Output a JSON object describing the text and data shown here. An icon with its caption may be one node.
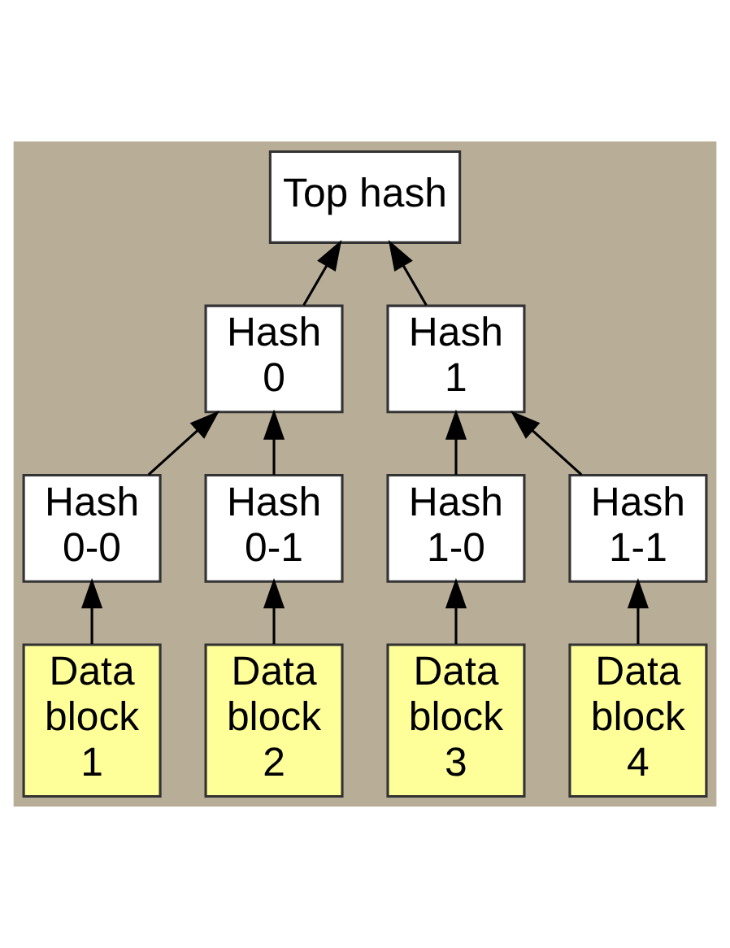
{
  "diagram": {
    "nodes": [
      {
        "text": [
          "Top hash"
        ]
      },
      {
        "text": [
          "Hash 0"
        ]
      },
      {
        "text": [
          "Hash 1"
        ]
      },
      {
        "text": [
          "Hash 0-0"
        ]
      },
      {
        "text": [
          "Hash 0-1"
        ]
      },
      {
        "text": [
          "Hash 1-0"
        ]
      },
      {
        "text": [
          "Hash 1-1"
        ]
      },
      {
        "text": [
          "Data block 1"
        ]
      },
      {
        "text": [
          "Data block 2"
        ]
      },
      {
        "text": [
          "Data block 3"
        ]
      },
      {
        "text": [
          "Data block 4"
        ]
      }
    ],
    "edges": [
      {
        "from": 1,
        "to": 0,
        "arrow": "to"
      },
      {
        "from": 2,
        "to": 0,
        "arrow": "to"
      },
      {
        "from": 3,
        "to": 1,
        "arrow": "to"
      },
      {
        "from": 4,
        "to": 1,
        "arrow": "to"
      },
      {
        "from": 5,
        "to": 2,
        "arrow": "to"
      },
      {
        "from": 6,
        "to": 2,
        "arrow": "to"
      },
      {
        "from": 7,
        "to": 3,
        "arrow": "to"
      },
      {
        "from": 8,
        "to": 4,
        "arrow": "to"
      },
      {
        "from": 9,
        "to": 5,
        "arrow": "to"
      },
      {
        "from": 10,
        "to": 6,
        "arrow": "to"
      }
    ]
  }
}
